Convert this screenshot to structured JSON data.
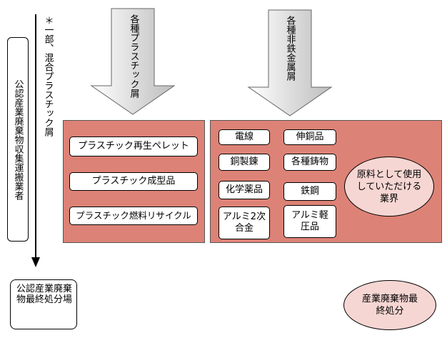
{
  "left": {
    "collector_label": "公認産業廃棄物収集運搬業者",
    "note_label": "＊一部、混合プラスチック屑"
  },
  "arrows": {
    "plastic_label": "各種プラスチック屑",
    "metal_label": "各種非鉄金属屑"
  },
  "plastic_panel": {
    "items": [
      "プラスチック再生ペレット",
      "プラスチック成型品",
      "プラスチック燃料リサイクル"
    ]
  },
  "metal_panel": {
    "items": [
      "電線",
      "伸銅品",
      "銅製錬",
      "各種鋳物",
      "化学薬品",
      "鉄鋼",
      "アルミ2次合金",
      "アルミ軽圧品"
    ],
    "raw_material_label": "原料として使用していただける業界"
  },
  "bottom": {
    "landfill_label": "公認産業廃棄物最終処分場",
    "industrial_waste_label": "産業廃棄物最終処分"
  },
  "colors": {
    "panel_fill": "#dd8276",
    "ellipse_fill": "#f6d6d3",
    "arrow_fill_light": "#ffffff",
    "arrow_fill_dark": "#c8c8c8"
  }
}
